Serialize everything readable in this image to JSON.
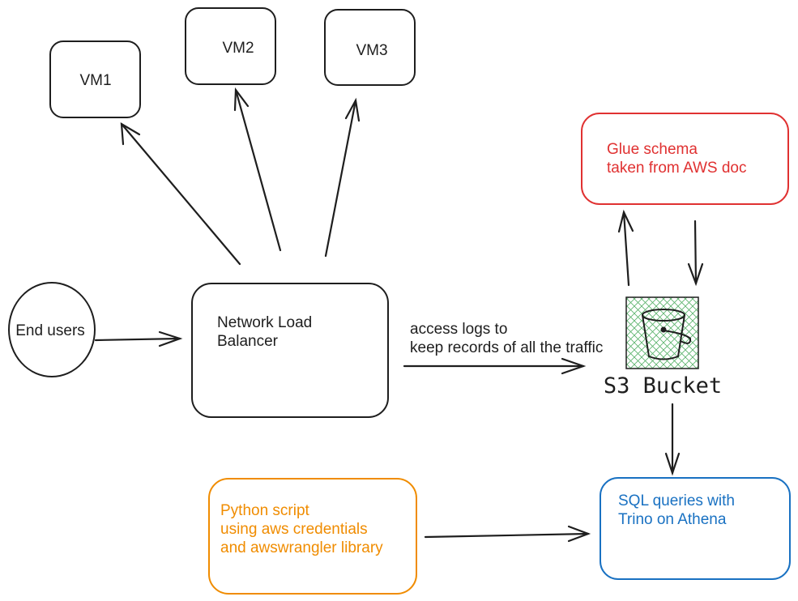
{
  "nodes": {
    "vm1": {
      "label": "VM1"
    },
    "vm2": {
      "label": "VM2"
    },
    "vm3": {
      "label": "VM3"
    },
    "end_users": {
      "label": "End users"
    },
    "nlb": {
      "line1": "Network Load",
      "line2": "Balancer"
    },
    "glue": {
      "line1": "Glue schema",
      "line2": "taken from AWS doc"
    },
    "s3": {
      "label": "S3 Bucket"
    },
    "python": {
      "line1": "Python script",
      "line2": "using aws credentials",
      "line3": "and awswrangler library"
    },
    "sql": {
      "line1": "SQL queries with",
      "line2": "Trino on Athena"
    }
  },
  "edges": {
    "access_logs": {
      "line1": "access logs to",
      "line2": "keep records of all the traffic"
    }
  },
  "colors": {
    "stroke": "#1e1e1e",
    "glue": "#e03131",
    "python": "#f08c00",
    "sql": "#1971c2",
    "bucket_fill": "#2f9e44"
  }
}
